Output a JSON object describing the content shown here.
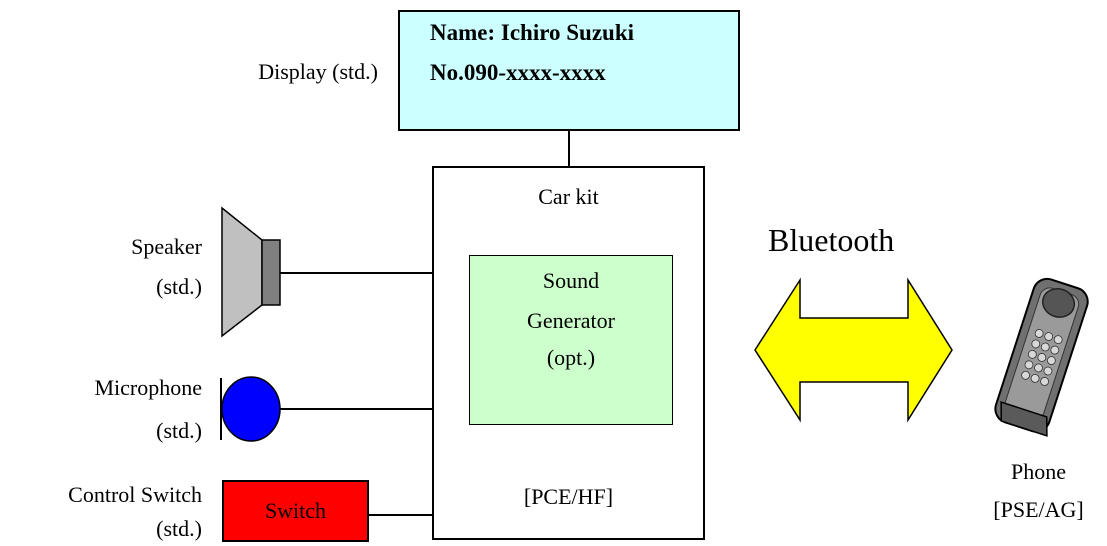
{
  "display": {
    "label": "Display (std.)",
    "line1": "Name: Ichiro Suzuki",
    "line2": "No.090-xxxx-xxxx",
    "fill": "#ccffff"
  },
  "carkit": {
    "title": "Car kit",
    "profile": "[PCE/HF]"
  },
  "sound_generator": {
    "line1": "Sound",
    "line2": "Generator",
    "line3": "(opt.)",
    "fill": "#ccffcc"
  },
  "speaker": {
    "line1": "Speaker",
    "line2": "(std.)"
  },
  "microphone": {
    "line1": "Microphone",
    "line2": "(std.)",
    "fill": "#0000ff"
  },
  "control_switch": {
    "line1": "Control Switch",
    "line2": "(std.)",
    "button": "Switch",
    "fill": "#ff0000"
  },
  "bluetooth": {
    "label": "Bluetooth",
    "arrow_fill": "#ffff00"
  },
  "phone": {
    "line1": "Phone",
    "line2": "[PSE/AG]"
  }
}
